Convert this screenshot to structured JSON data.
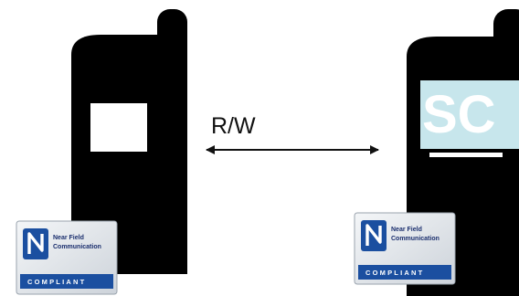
{
  "link": {
    "label": "R/W"
  },
  "right_phone": {
    "screen_text": "SC"
  },
  "badges": [
    {
      "title_line1": "Near Field",
      "title_line2": "Communication",
      "footer": "COMPLIANT"
    },
    {
      "title_line1": "Near Field",
      "title_line2": "Communication",
      "footer": "COMPLIANT"
    }
  ],
  "colors": {
    "phone_body": "#000000",
    "screen_left": "#ffffff",
    "screen_right": "#c7e6ec",
    "badge_blue": "#1b4fa0"
  }
}
